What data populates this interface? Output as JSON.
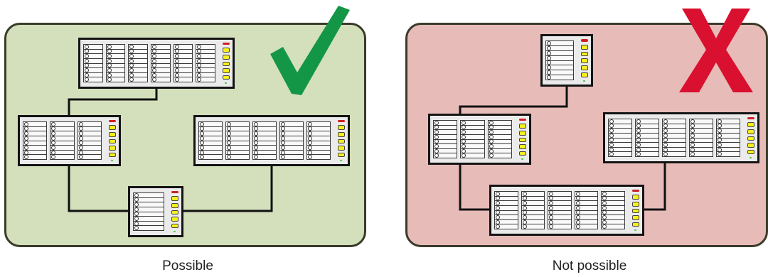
{
  "left_diagram": {
    "caption": "Possible",
    "background": "#d3e0bb",
    "status_icon": "check-mark-icon",
    "status_color": "#149647"
  },
  "right_diagram": {
    "caption": "Not possible",
    "background": "#e7bbb8",
    "status_icon": "x-mark-icon",
    "status_color": "#d9102f"
  },
  "panel_unit": {
    "led_count": 5,
    "led_color": "#f6f01e",
    "logo_color": "#d11f25",
    "status_led_color": "#3ec63e"
  }
}
